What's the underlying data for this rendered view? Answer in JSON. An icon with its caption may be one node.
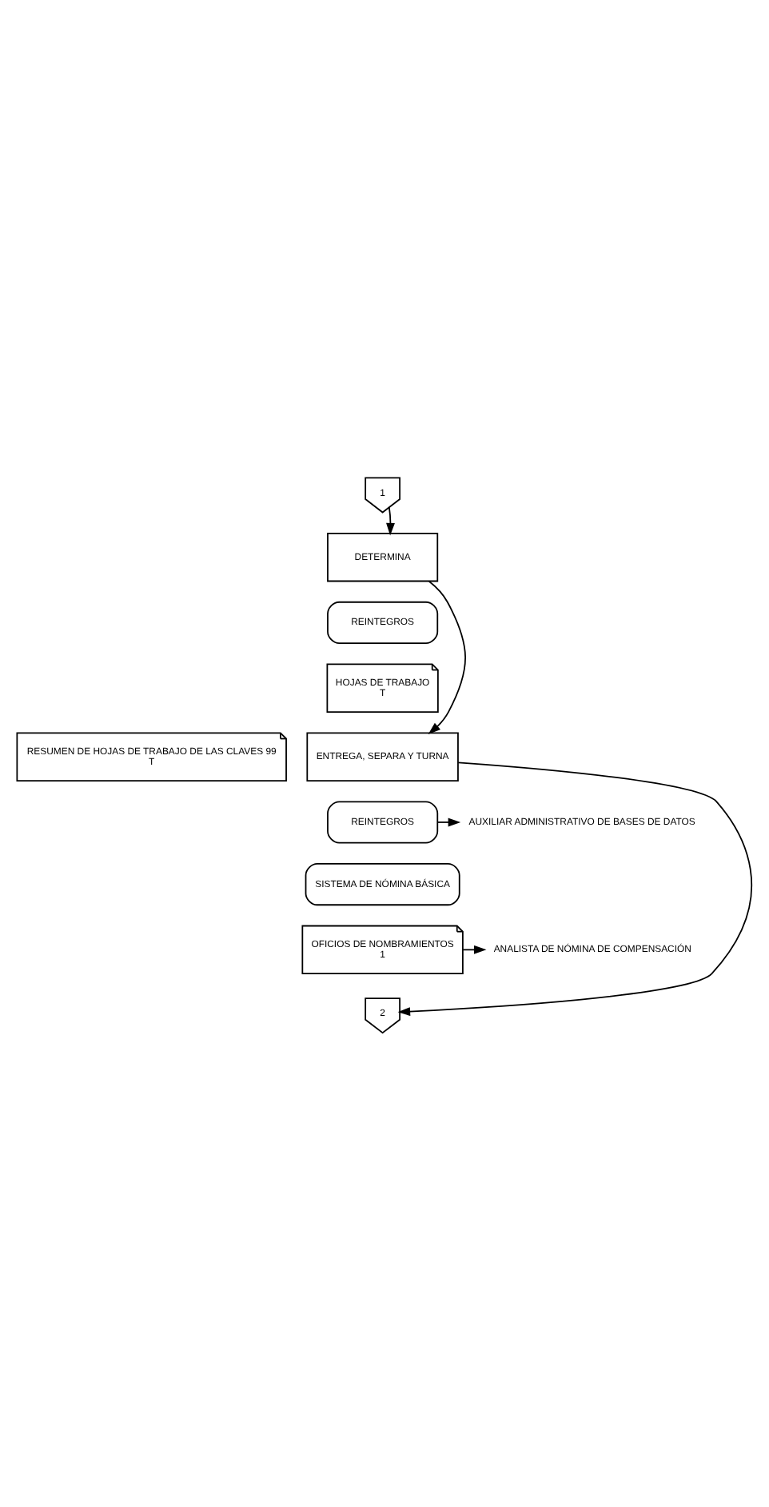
{
  "diagram": {
    "nodes": [
      {
        "text": [
          "1"
        ]
      },
      {
        "text": [
          "DETERMINA"
        ]
      },
      {
        "text": [
          "REINTEGROS"
        ]
      },
      {
        "text": [
          "HOJAS DE TRABAJO",
          "T"
        ]
      },
      {
        "text": [
          "RESUMEN DE HOJAS DE TRABAJO DE LAS CLAVES 99",
          "T"
        ]
      },
      {
        "text": [
          "ENTREGA, SEPARA Y TURNA"
        ]
      },
      {
        "text": [
          "REINTEGROS"
        ]
      },
      {
        "text": [
          "AUXILIAR ADMINISTRATIVO DE BASES DE DATOS"
        ]
      },
      {
        "text": [
          "SISTEMA DE NÓMINA BÁSICA"
        ]
      },
      {
        "text": [
          "OFICIOS DE NOMBRAMIENTOS",
          "1"
        ]
      },
      {
        "text": [
          "ANALISTA DE NÓMINA DE COMPENSACIÓN"
        ]
      },
      {
        "text": [
          "2"
        ]
      }
    ],
    "edges": [
      {
        "from": 0,
        "to": 1,
        "arrow": "to"
      },
      {
        "from": 1,
        "to": 5,
        "arrow": "to"
      },
      {
        "from": 6,
        "to": 7,
        "arrow": "to"
      },
      {
        "from": 9,
        "to": 10,
        "arrow": "to"
      },
      {
        "from": 5,
        "to": 11,
        "arrow": "to"
      }
    ]
  }
}
